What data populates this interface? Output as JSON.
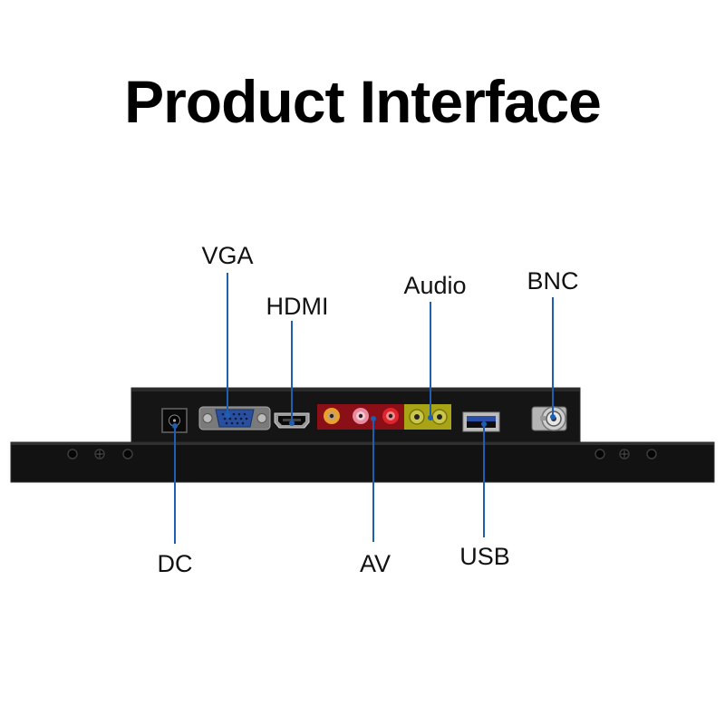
{
  "title": "Product Interface",
  "labels": {
    "vga": "VGA",
    "hdmi": "HDMI",
    "audio": "Audio",
    "bnc": "BNC",
    "dc": "DC",
    "av": "AV",
    "usb": "USB"
  },
  "colors": {
    "background": "#ffffff",
    "title": "#000000",
    "panel": "#141414",
    "leader_line": "#1e5fb4",
    "vga_port": "#2a4f9e",
    "av_block": "#8a0f17",
    "audio_block": "#a9a316",
    "usb_port": "#2b4fa8"
  },
  "icons": {
    "dc": "dc-power-jack-icon",
    "vga": "vga-port-icon",
    "hdmi": "hdmi-port-icon",
    "av": "rca-jacks-icon",
    "audio": "audio-jacks-icon",
    "usb": "usb-port-icon",
    "bnc": "bnc-connector-icon",
    "screws": "screw-hole-icon"
  }
}
